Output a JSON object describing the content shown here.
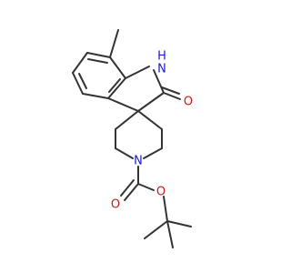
{
  "molecule": {
    "atoms": {
      "amine_h": {
        "label": "H",
        "color": "#1a1acc"
      },
      "amine_n": {
        "label": "N",
        "color": "#1a1acc"
      },
      "lactam_o": {
        "label": "O",
        "color": "#cc1a1a"
      },
      "piperidine_n": {
        "label": "N",
        "color": "#1a1acc"
      },
      "carbonyl_o": {
        "label": "O",
        "color": "#cc1a1a"
      },
      "ester_o": {
        "label": "O",
        "color": "#cc1a1a"
      }
    }
  }
}
